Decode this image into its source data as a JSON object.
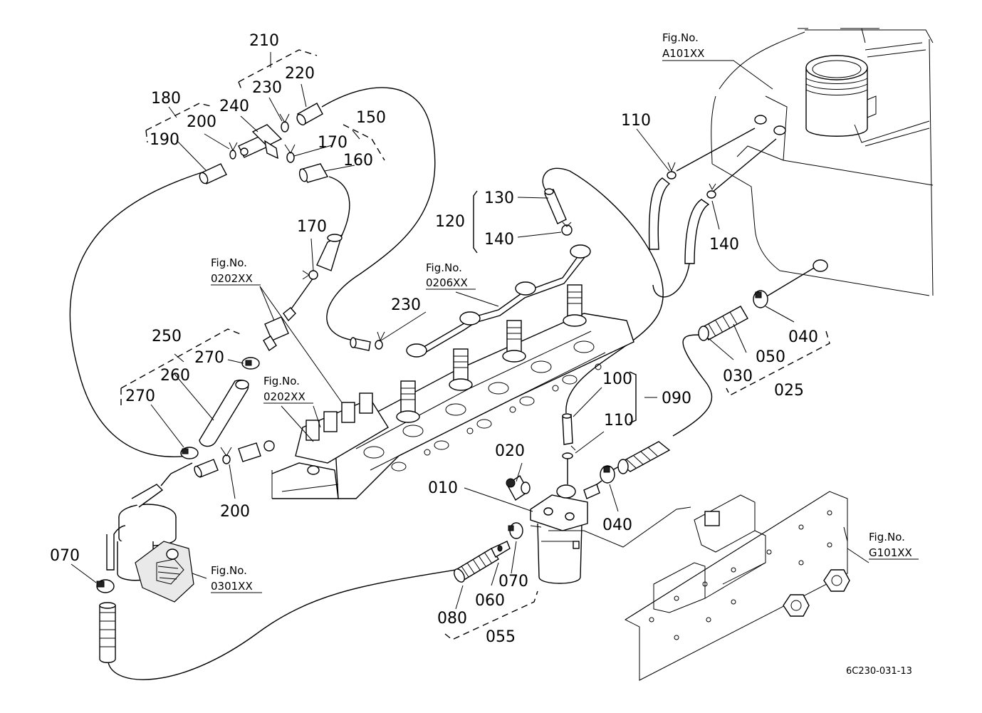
{
  "drawing_code": "6C230-031-13",
  "part_labels": {
    "p010": "010",
    "p020": "020",
    "p025": "025",
    "p030": "030",
    "p040a": "040",
    "p040b": "040",
    "p050": "050",
    "p055": "055",
    "p060": "060",
    "p070a": "070",
    "p070b": "070",
    "p080": "080",
    "p090": "090",
    "p100": "100",
    "p110a": "110",
    "p110b": "110",
    "p120": "120",
    "p130": "130",
    "p140a": "140",
    "p140b": "140",
    "p150": "150",
    "p160": "160",
    "p170a": "170",
    "p170b": "170",
    "p180": "180",
    "p190": "190",
    "p200a": "200",
    "p200b": "200",
    "p210": "210",
    "p220": "220",
    "p230a": "230",
    "p230b": "230",
    "p240": "240",
    "p250": "250",
    "p260": "260",
    "p270a": "270",
    "p270b": "270"
  },
  "figure_refs": [
    {
      "title": "Fig.No.",
      "code": "A101XX"
    },
    {
      "title": "Fig.No.",
      "code": "0202XX"
    },
    {
      "title": "Fig.No.",
      "code": "0206XX"
    },
    {
      "title": "Fig.No.",
      "code": "0202XX"
    },
    {
      "title": "Fig.No.",
      "code": "0301XX"
    },
    {
      "title": "Fig.No.",
      "code": "G101XX"
    }
  ]
}
